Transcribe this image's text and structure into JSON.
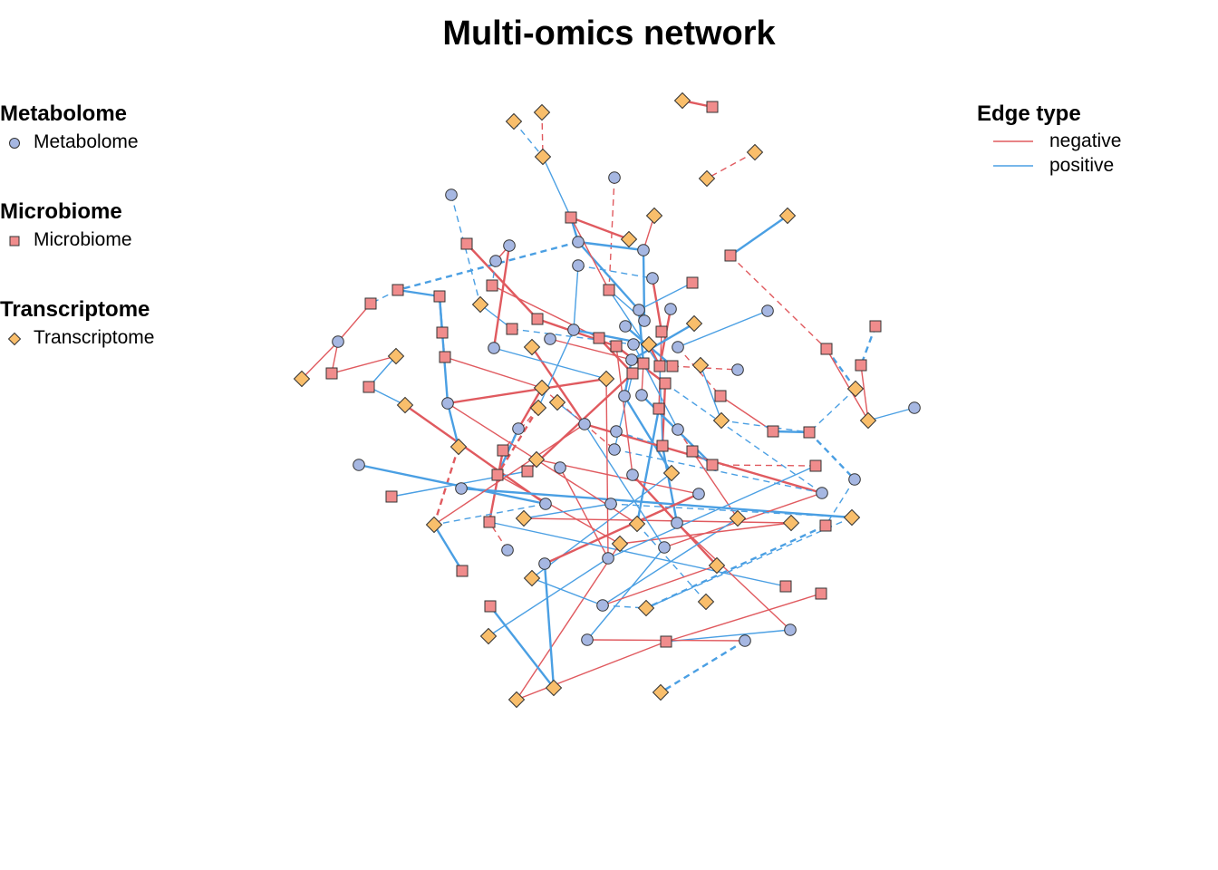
{
  "title": "Multi-omics network",
  "legend": {
    "groups": [
      {
        "title": "Metabolome",
        "entry": "Metabolome",
        "shape": "circle",
        "color": "#A6B7E2"
      },
      {
        "title": "Microbiome",
        "entry": "Microbiome",
        "shape": "square",
        "color": "#F08C8C"
      },
      {
        "title": "Transcriptome",
        "entry": "Transcriptome",
        "shape": "diamond",
        "color": "#F9BE6B"
      }
    ],
    "edge_title": "Edge type",
    "edge_types": [
      {
        "label": "negative",
        "color": "#E05A5F"
      },
      {
        "label": "positive",
        "color": "#4A9FE3"
      }
    ]
  },
  "colors": {
    "Metabolome": "#A6B7E2",
    "Microbiome": "#F08C8C",
    "Transcriptome": "#F9BE6B",
    "negative": "#E05A5F",
    "positive": "#4A9FE3",
    "outline": "#333333"
  }
}
